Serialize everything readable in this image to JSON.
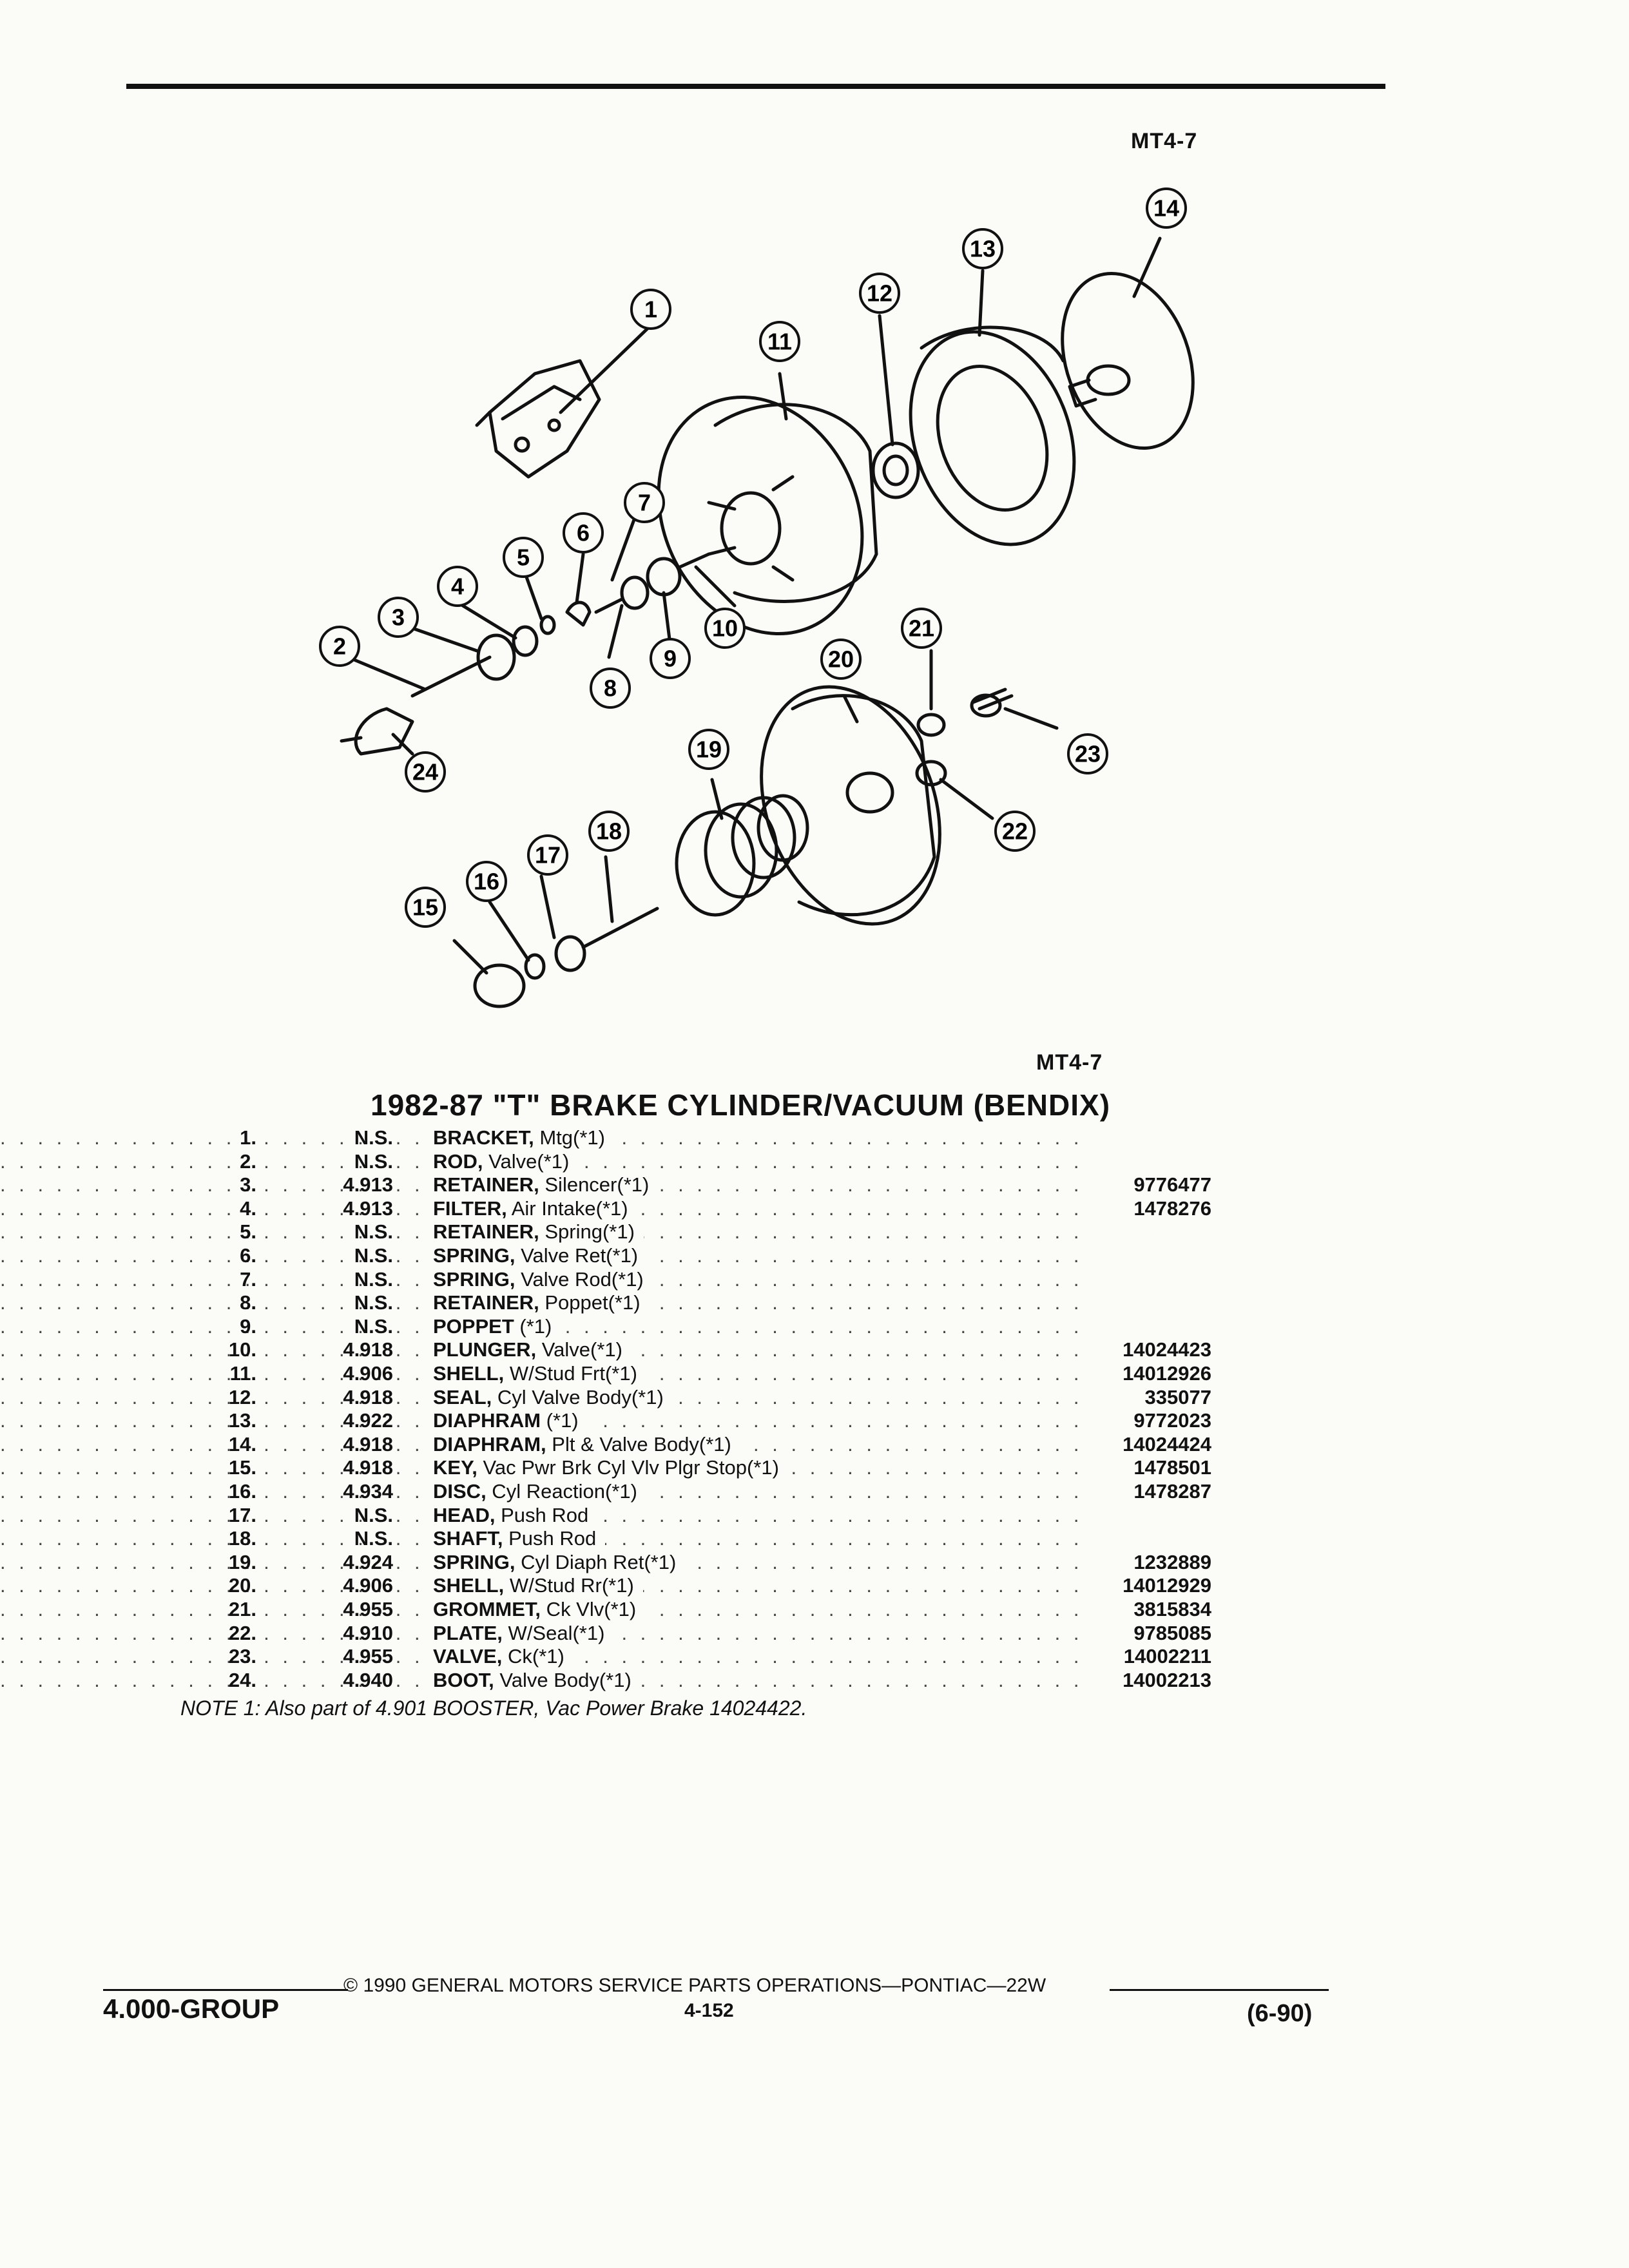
{
  "figure_code": "MT4-7",
  "title": "1982-87 \"T\" BRAKE CYLINDER/VACUUM (BENDIX)",
  "callouts": [
    "1",
    "2",
    "3",
    "4",
    "5",
    "6",
    "7",
    "8",
    "9",
    "10",
    "11",
    "12",
    "13",
    "14",
    "15",
    "16",
    "17",
    "18",
    "19",
    "20",
    "21",
    "22",
    "23",
    "24"
  ],
  "parts": [
    {
      "num": "1.",
      "group": "N.S.",
      "name": "BRACKET,",
      "desc": " Mtg(*1)",
      "part_no": ""
    },
    {
      "num": "2.",
      "group": "N.S.",
      "name": "ROD,",
      "desc": " Valve(*1)",
      "part_no": ""
    },
    {
      "num": "3.",
      "group": "4.913",
      "name": "RETAINER,",
      "desc": " Silencer(*1)",
      "part_no": "9776477"
    },
    {
      "num": "4.",
      "group": "4.913",
      "name": "FILTER,",
      "desc": " Air Intake(*1)",
      "part_no": "1478276"
    },
    {
      "num": "5.",
      "group": "N.S.",
      "name": "RETAINER,",
      "desc": " Spring(*1)",
      "part_no": ""
    },
    {
      "num": "6.",
      "group": "N.S.",
      "name": "SPRING,",
      "desc": " Valve Ret(*1)",
      "part_no": ""
    },
    {
      "num": "7.",
      "group": "N.S.",
      "name": "SPRING,",
      "desc": " Valve Rod(*1)",
      "part_no": ""
    },
    {
      "num": "8.",
      "group": "N.S.",
      "name": "RETAINER,",
      "desc": " Poppet(*1)",
      "part_no": ""
    },
    {
      "num": "9.",
      "group": "N.S.",
      "name": "POPPET",
      "desc": " (*1)",
      "part_no": ""
    },
    {
      "num": "10.",
      "group": "4.918",
      "name": "PLUNGER,",
      "desc": " Valve(*1)",
      "part_no": "14024423"
    },
    {
      "num": "11.",
      "group": "4.906",
      "name": "SHELL,",
      "desc": " W/Stud Frt(*1)",
      "part_no": "14012926"
    },
    {
      "num": "12.",
      "group": "4.918",
      "name": "SEAL,",
      "desc": " Cyl Valve Body(*1)",
      "part_no": "335077"
    },
    {
      "num": "13.",
      "group": "4.922",
      "name": "DIAPHRAM",
      "desc": " (*1)",
      "part_no": "9772023"
    },
    {
      "num": "14.",
      "group": "4.918",
      "name": "DIAPHRAM,",
      "desc": " Plt & Valve Body(*1)",
      "part_no": "14024424"
    },
    {
      "num": "15.",
      "group": "4.918",
      "name": "KEY,",
      "desc": " Vac Pwr Brk Cyl Vlv Plgr Stop(*1)",
      "part_no": "1478501"
    },
    {
      "num": "16.",
      "group": "4.934",
      "name": "DISC,",
      "desc": " Cyl Reaction(*1)",
      "part_no": "1478287"
    },
    {
      "num": "17.",
      "group": "N.S.",
      "name": "HEAD,",
      "desc": " Push Rod",
      "part_no": ""
    },
    {
      "num": "18.",
      "group": "N.S.",
      "name": "SHAFT,",
      "desc": " Push Rod",
      "part_no": ""
    },
    {
      "num": "19.",
      "group": "4.924",
      "name": "SPRING,",
      "desc": " Cyl Diaph Ret(*1)",
      "part_no": "1232889"
    },
    {
      "num": "20.",
      "group": "4.906",
      "name": "SHELL,",
      "desc": " W/Stud Rr(*1)",
      "part_no": "14012929"
    },
    {
      "num": "21.",
      "group": "4.955",
      "name": "GROMMET,",
      "desc": " Ck Vlv(*1)",
      "part_no": "3815834"
    },
    {
      "num": "22.",
      "group": "4.910",
      "name": "PLATE,",
      "desc": " W/Seal(*1)",
      "part_no": "9785085"
    },
    {
      "num": "23.",
      "group": "4.955",
      "name": "VALVE,",
      "desc": " Ck(*1)",
      "part_no": "14002211"
    },
    {
      "num": "24.",
      "group": "4.940",
      "name": "BOOT,",
      "desc": " Valve Body(*1)",
      "part_no": "14002213"
    }
  ],
  "note": "NOTE 1: Also part of 4.901 BOOSTER, Vac Power Brake 14024422.",
  "footer": {
    "copyright": "© 1990 GENERAL MOTORS SERVICE PARTS OPERATIONS—PONTIAC—22W",
    "group": "4.000-GROUP",
    "page": "4-152",
    "date": "(6-90)"
  }
}
